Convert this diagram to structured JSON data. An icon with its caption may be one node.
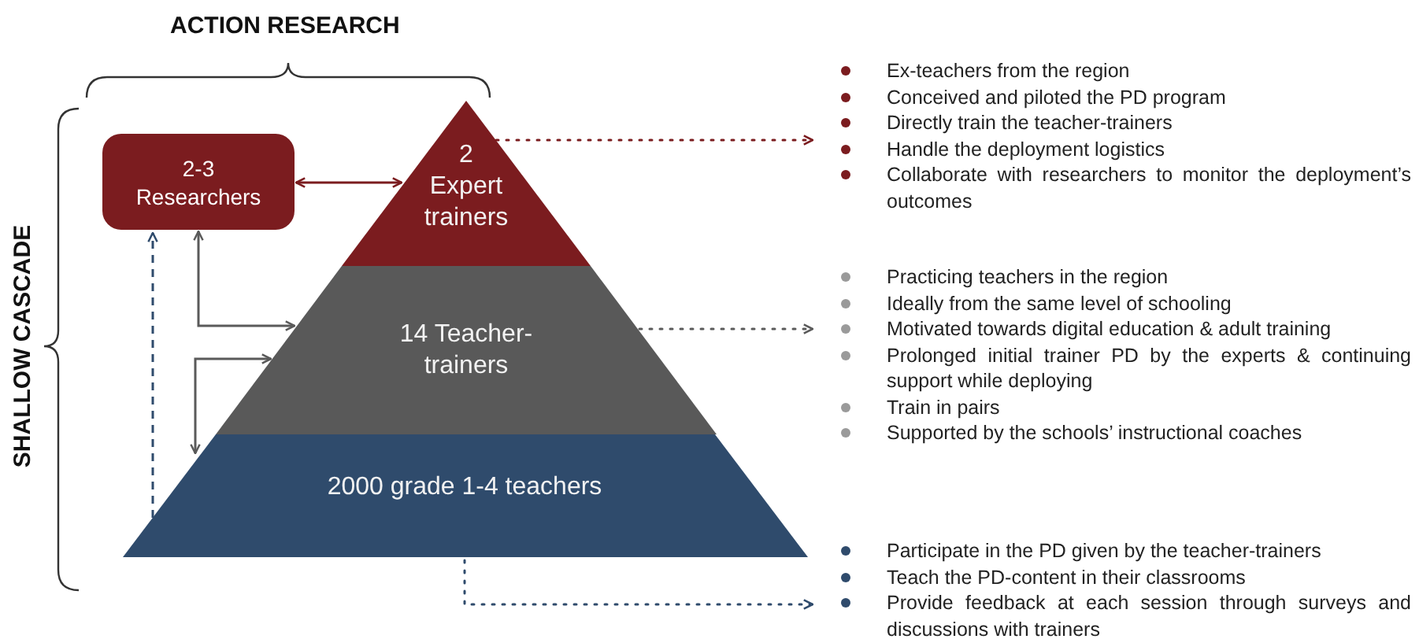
{
  "diagram": {
    "nodes": [
      {
        "text": [
          "2-3 Researchers"
        ]
      },
      {
        "text": [
          "2 Expert trainers"
        ]
      },
      {
        "text": [
          "14 Teacher-trainers"
        ]
      },
      {
        "text": [
          "2000 grade 1-4 teachers"
        ]
      },
      {
        "text": [
          "Ex-teachers from the region",
          "Conceived and piloted the PD program",
          "Directly train the teacher-trainers",
          "Handle the deployment logistics",
          "Collaborate with researchers to monitor the deployment’s outcomes"
        ]
      },
      {
        "text": [
          "Practicing teachers in the region",
          "Ideally from the same level of schooling",
          "Motivated towards digital education & adult training",
          "Prolonged initial trainer PD by the experts & continuing support while deploying",
          "Train in pairs",
          "Supported by the schools’ instructional coaches"
        ]
      },
      {
        "text": [
          "Participate in the PD given by the teacher-trainers",
          "Teach the PD-content in their classrooms",
          "Provide feedback at each session through surveys and discussions with trainers"
        ]
      }
    ],
    "edges": [
      {
        "from": 0,
        "to": 1,
        "arrow": "both",
        "color": "#7b1c1f"
      },
      {
        "from": 0,
        "to": 2,
        "arrow": "both"
      },
      {
        "from": 2,
        "to": 3,
        "arrow": "both"
      },
      {
        "from": 3,
        "to": 0,
        "arrow": "to",
        "style": "dashed",
        "color": "#2f4b6c"
      },
      {
        "from": 1,
        "to": 4,
        "arrow": "to",
        "style": "dashed",
        "color": "#7b1c1f"
      },
      {
        "from": 2,
        "to": 5,
        "arrow": "to",
        "style": "dashed"
      },
      {
        "from": 3,
        "to": 6,
        "arrow": "to",
        "style": "dashed",
        "color": "#2f4b6c"
      }
    ],
    "labels": [
      "ACTION RESEARCH",
      "SHALLOW CASCADE"
    ]
  }
}
